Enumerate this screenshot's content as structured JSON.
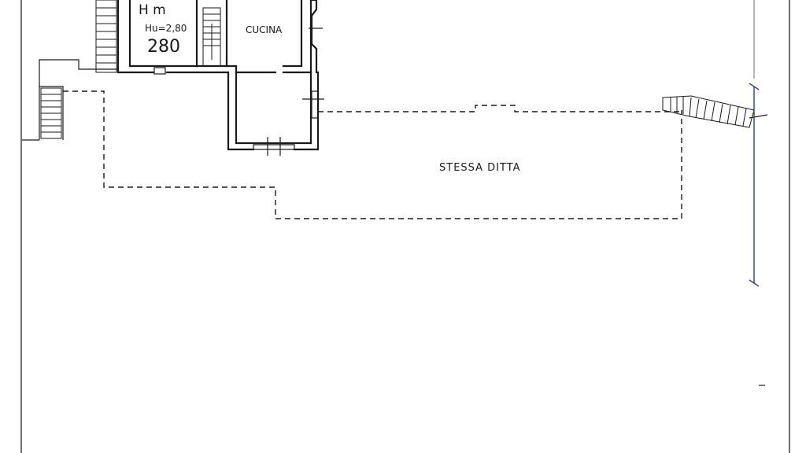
{
  "room_labels": {
    "h_label": "H m",
    "height_note": "Hu=2,80",
    "height_value": "280",
    "kitchen": "CUCINA",
    "same_company": "STESSA DITTA"
  }
}
